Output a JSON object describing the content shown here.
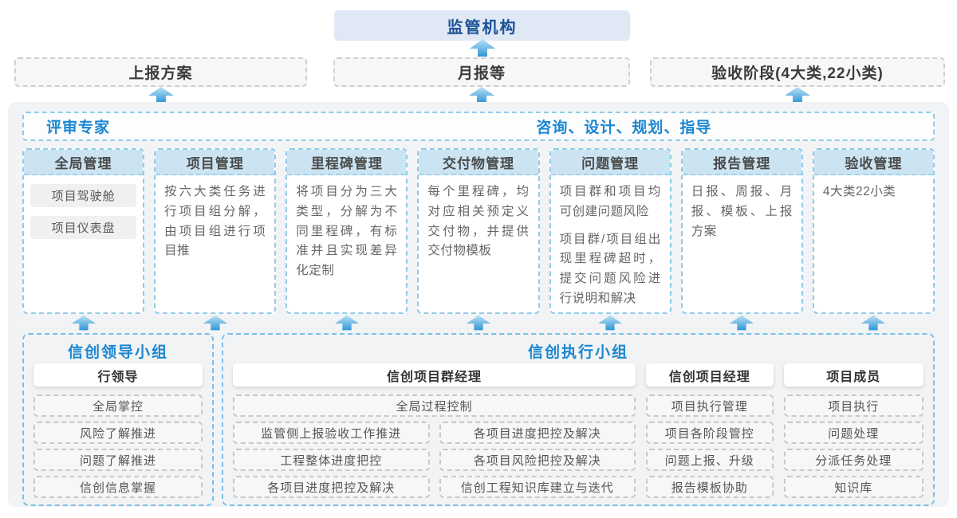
{
  "top": {
    "regulator": "监管机构",
    "channels": [
      "上报方案",
      "月报等",
      "验收阶段(4大类,22小类)"
    ]
  },
  "experts_bar": {
    "left": "评审专家",
    "right": "咨询、设计、规划、指导"
  },
  "columns": [
    {
      "title": "全局管理",
      "items": [
        "项目驾驶舱",
        "项目仪表盘"
      ]
    },
    {
      "title": "项目管理",
      "paragraphs": [
        "按六大类任务进行项目组分解，由项目组进行项目推"
      ]
    },
    {
      "title": "里程碑管理",
      "paragraphs": [
        "将项目分为三大类型，分解为不同里程碑，有标准并且实现差异化定制"
      ]
    },
    {
      "title": "交付物管理",
      "paragraphs": [
        "每个里程碑，均对应相关预定义交付物，并提供交付物模板"
      ]
    },
    {
      "title": "问题管理",
      "paragraphs": [
        "项目群和项目均可创建问题风险",
        "项目群/项目组出现里程碑超时，提交问题风险进行说明和解决"
      ]
    },
    {
      "title": "报告管理",
      "paragraphs": [
        "日报、周报、月报、模板、上报方案"
      ]
    },
    {
      "title": "验收管理",
      "paragraphs": [
        "4大类22小类"
      ]
    }
  ],
  "groups": {
    "leadership": {
      "title": "信创领导小组",
      "role": "行领导",
      "items": [
        "全局掌控",
        "风险了解推进",
        "问题了解推进",
        "信创信息掌握"
      ]
    },
    "execution": {
      "title": "信创执行小组",
      "program_manager": {
        "role": "信创项目群经理",
        "full_item": "全局过程控制",
        "left_items": [
          "监管侧上报验收工作推进",
          "工程整体进度把控",
          "各项目进度把控及解决"
        ],
        "right_items": [
          "各项目进度把控及解决",
          "各项目风险把控及解决",
          "信创工程知识库建立与迭代"
        ]
      },
      "project_manager": {
        "role": "信创项目经理",
        "items": [
          "项目执行管理",
          "项目各阶段管控",
          "问题上报、升级",
          "报告模板协助"
        ]
      },
      "member": {
        "role": "项目成员",
        "items": [
          "项目执行",
          "问题处理",
          "分派任务处理",
          "知识库"
        ]
      }
    }
  },
  "colors": {
    "title_blue": "#1a86d0",
    "regulator_text": "#1c5196",
    "regulator_bg": "#dfe8f4",
    "column_header_bg": "#cce4f2",
    "dashed_blue": "#8fcbe9",
    "container_bg": "#f2f3f5",
    "arrow_top": "#bce2f5",
    "arrow_bottom": "#2f96d6"
  }
}
